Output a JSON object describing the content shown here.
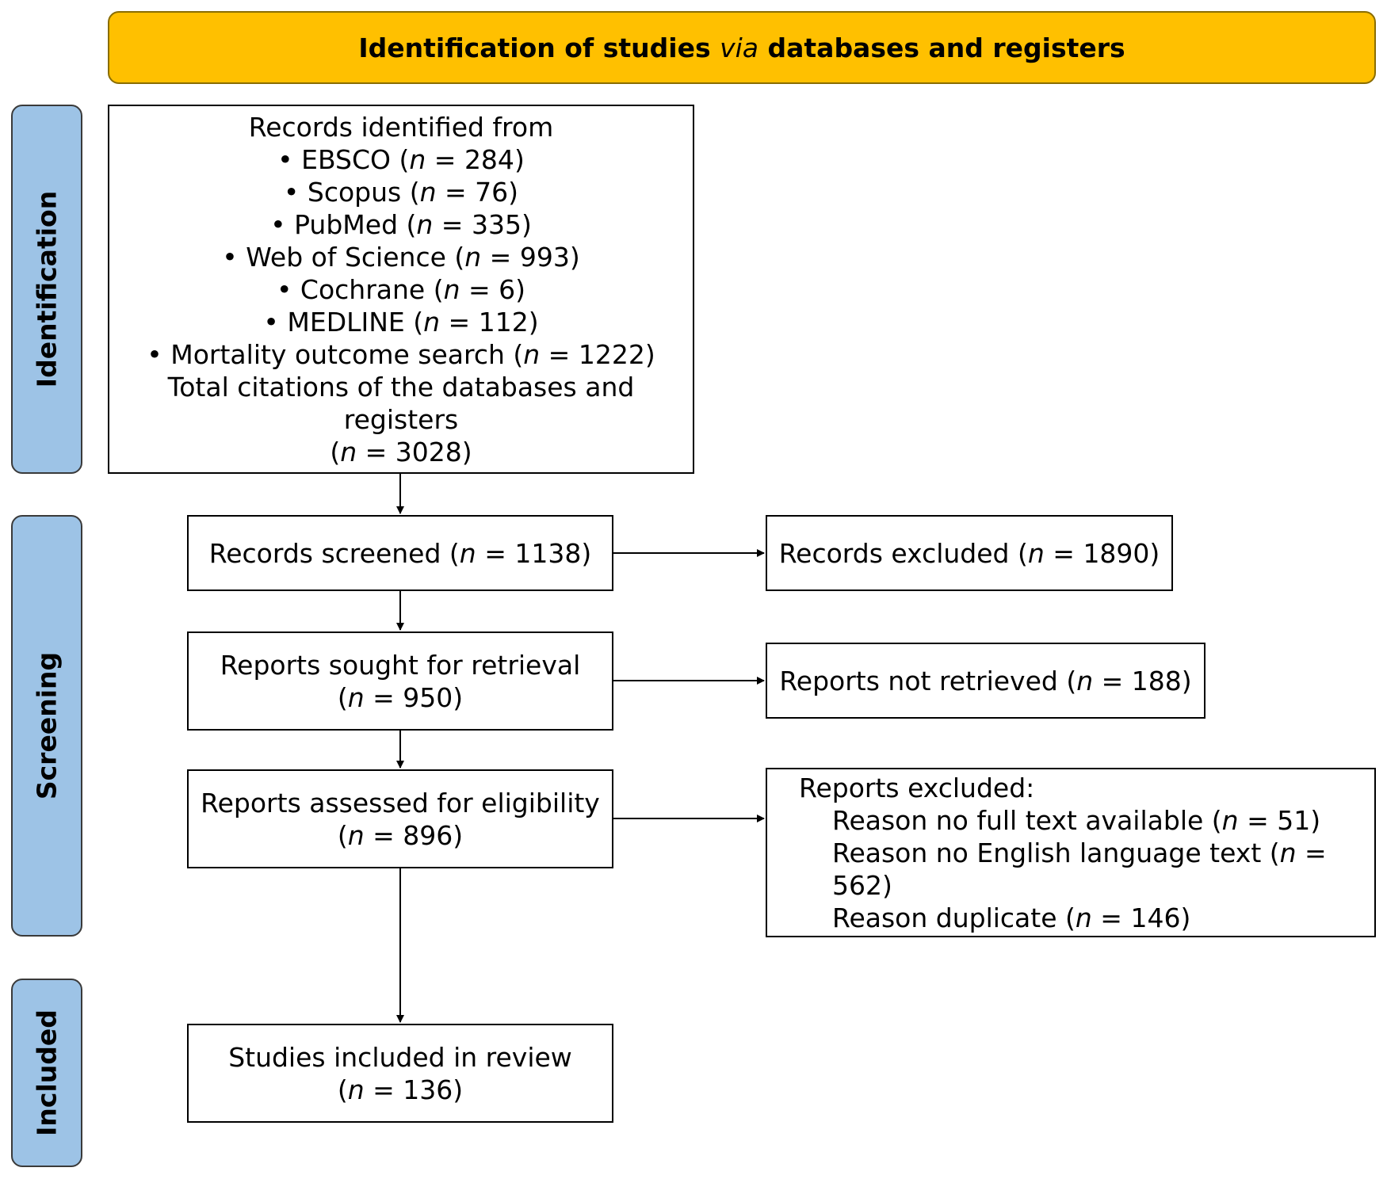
{
  "header": {
    "pre": "Identification of studies ",
    "italic": "via",
    "post": " databases and registers"
  },
  "phases": {
    "identification": "Identification",
    "screening": "Screening",
    "included": "Included"
  },
  "identified": {
    "title": "Records identified from",
    "items": [
      {
        "name": "EBSCO",
        "n": "284"
      },
      {
        "name": "Scopus",
        "n": "76"
      },
      {
        "name": "PubMed",
        "n": "335"
      },
      {
        "name": "Web of Science",
        "n": "993"
      },
      {
        "name": "Cochrane",
        "n": "6"
      },
      {
        "name": "MEDLINE",
        "n": "112"
      },
      {
        "name": "Mortality outcome search",
        "n": "1222"
      }
    ],
    "total_label": "Total citations of the databases and registers",
    "total_n": "3028"
  },
  "screened": {
    "label": "Records screened",
    "n": "1138"
  },
  "excluded_records": {
    "label": "Records excluded",
    "n": "1890"
  },
  "sought": {
    "label": "Reports sought for retrieval",
    "n": "950"
  },
  "not_retrieved": {
    "label": "Reports not retrieved",
    "n": "188"
  },
  "assessed": {
    "label": "Reports assessed for eligibility",
    "n": "896"
  },
  "reports_excluded": {
    "title": "Reports excluded:",
    "reasons": [
      {
        "label": "Reason no full text available",
        "n": "51"
      },
      {
        "label": "Reason no English language text",
        "n": "562"
      },
      {
        "label": "Reason duplicate",
        "n": "146"
      }
    ]
  },
  "included": {
    "label": "Studies included in review",
    "n": "136"
  }
}
